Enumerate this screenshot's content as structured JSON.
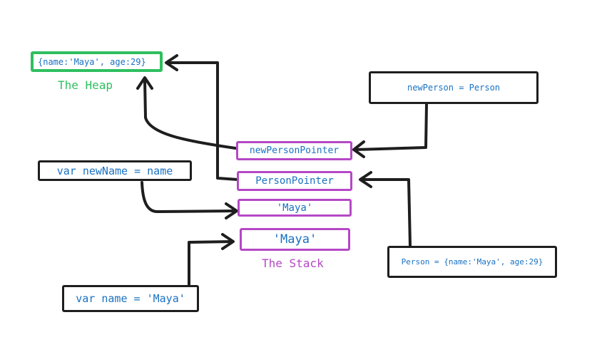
{
  "colors": {
    "ink": "#1e1e1e",
    "code_text": "#1971c2",
    "heap": "#2fbf5f",
    "stack": "#b548c6"
  },
  "heap": {
    "object_text": "{name:'Maya', age:29}",
    "label": "The Heap"
  },
  "stack": {
    "label": "The Stack",
    "slots": [
      "newPersonPointer",
      "PersonPointer",
      "'Maya'",
      "'Maya'"
    ]
  },
  "code": {
    "new_person": "newPerson = Person",
    "new_name": "var newName = name",
    "person": "Person = {name:'Maya', age:29}",
    "name": "var name = 'Maya'"
  }
}
